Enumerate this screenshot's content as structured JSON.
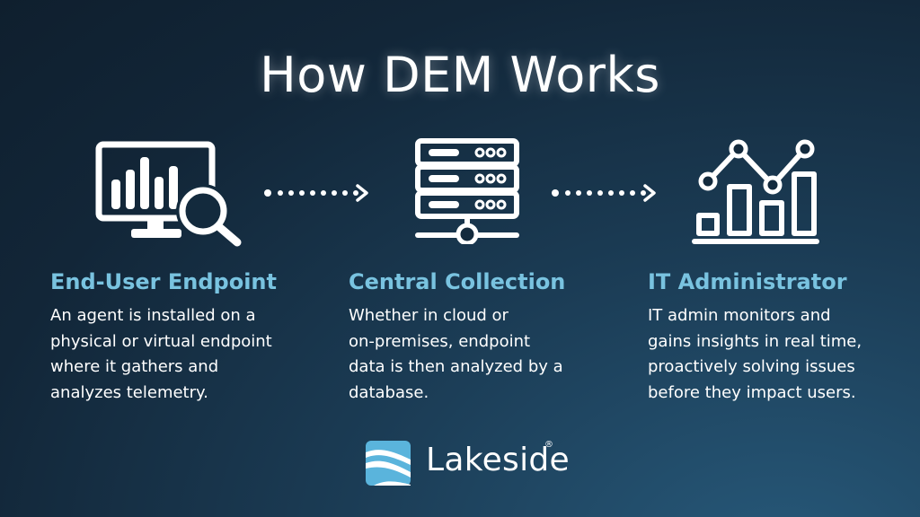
{
  "title": "How DEM Works",
  "steps": [
    {
      "heading": "End-User Endpoint",
      "lines": [
        "An agent is installed on a",
        "physical or virtual endpoint",
        "where it gathers and",
        "analyzes telemetry."
      ],
      "icon": "monitor-chart-magnifier-icon"
    },
    {
      "heading": "Central Collection",
      "lines": [
        "Whether in cloud or",
        "on-premises, endpoint",
        "data is then analyzed by a",
        "database."
      ],
      "icon": "server-database-icon"
    },
    {
      "heading": "IT Administrator",
      "lines": [
        "IT admin monitors and",
        "gains insights in real time,",
        "proactively solving issues",
        "before they impact users."
      ],
      "icon": "bar-line-chart-icon"
    }
  ],
  "logo": {
    "name": "Lakeside",
    "registered": "®",
    "icon": "lakeside-logo-icon"
  },
  "colors": {
    "heading": "#79c3e0",
    "background": "#122638",
    "text": "#ffffff",
    "logo_accent": "#5ab4dc"
  }
}
